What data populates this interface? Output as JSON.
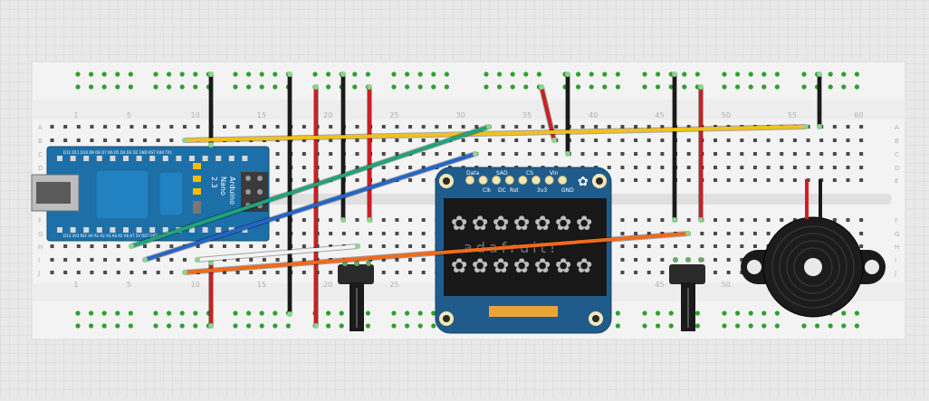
{
  "breadboard": {
    "row_letters_top": [
      "A",
      "B",
      "C",
      "D",
      "E"
    ],
    "row_letters_bottom": [
      "F",
      "G",
      "H",
      "I",
      "J"
    ],
    "column_numbers": [
      "1",
      "5",
      "10",
      "15",
      "20",
      "25",
      "30",
      "35",
      "40",
      "45",
      "50",
      "55",
      "60"
    ]
  },
  "arduino": {
    "label_line1": "Arduino",
    "label_line2": "Nano",
    "label_line3": "2.3",
    "top_pins": "D12 D11 D10 D9 D8 D7 D6 D5 D4 D3 D2 GND RST RX0 TX1",
    "bottom_pins": "D13 3V3 REF A0 A1 A2 A3 A4 A5 A6 A7 5V RST GND VIN"
  },
  "oled": {
    "pin_top": [
      "Data",
      "SAD",
      "CS",
      "Vin"
    ],
    "pin_bottom": [
      "Clk",
      "DC",
      "Rst",
      "3v3",
      "GND"
    ],
    "logo_text": "adafruit!"
  },
  "colors": {
    "board": "#f2f2f2",
    "rail_dot": "#2ea02e",
    "hole": "#4a4a4a",
    "nano": "#1d6fa8",
    "oled_pcb": "#1f5c8c",
    "screen": "#181818",
    "wire_yellow": "#f2c21b",
    "wire_teal": "#1fa37a",
    "wire_blue": "#2466c8",
    "wire_orange": "#f06a1c",
    "wire_white": "#f4f4f4",
    "wire_red": "#cc1f1f",
    "wire_black": "#1a1a1a"
  }
}
